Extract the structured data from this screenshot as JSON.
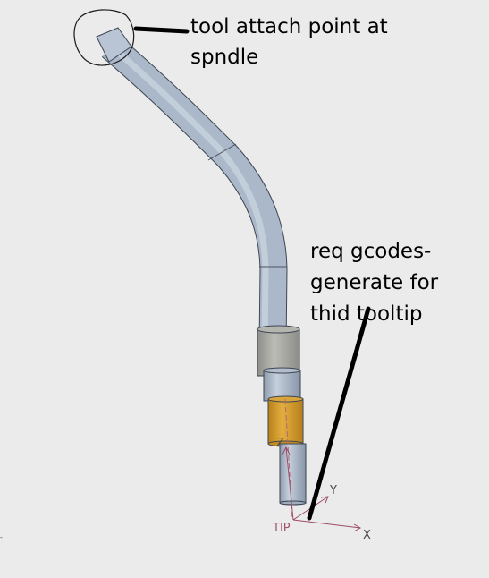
{
  "annotations": {
    "attach_point": {
      "line1": "tool attach point at",
      "line2": "spndle"
    },
    "gcode_request": {
      "line1": "req gcodes-",
      "line2": "generate for",
      "line3": "thid tooltip"
    }
  },
  "coordinate_system": {
    "origin_label": "TIP",
    "x_label": "X",
    "y_label": "Y",
    "z_label": "Z"
  },
  "colors": {
    "background": "#ebebeb",
    "shaft": "#a9b7c9",
    "shaft_edge": "#3e4652",
    "collar_gray": "#a5a5a0",
    "collar_orange": "#d19a2a",
    "axis_color": "#9c4b6a",
    "annotation_ink": "#000000"
  }
}
